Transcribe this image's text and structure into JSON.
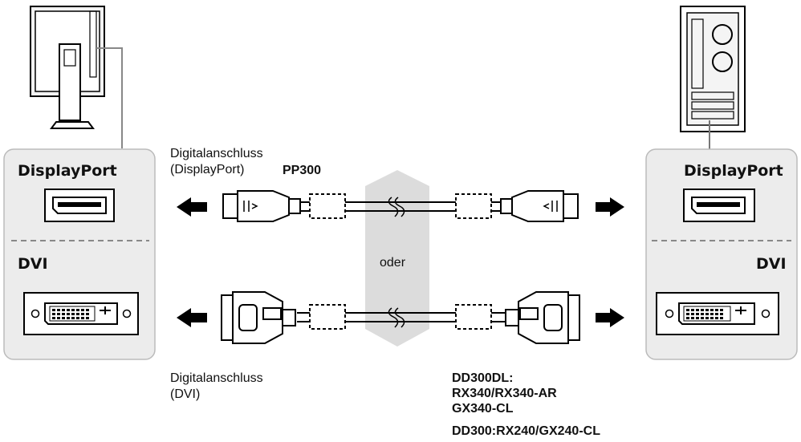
{
  "left_panel": {
    "top_label": "DisplayPort",
    "bottom_label": "DVI"
  },
  "right_panel": {
    "top_label": "DisplayPort",
    "bottom_label": "DVI"
  },
  "captions": {
    "dp_line1": "Digitalanschluss",
    "dp_line2": "(DisplayPort)",
    "dp_model": "PP300",
    "or": "oder",
    "dvi_line1": "Digitalanschluss",
    "dvi_line2": "(DVI)"
  },
  "models": {
    "dd300dl_title": "DD300DL:",
    "dd300dl_line1": "RX340/RX340-AR",
    "dd300dl_line2": "GX340-CL",
    "dd300": "DD300:RX240/GX240-CL"
  },
  "icons": [
    "monitor-icon",
    "pc-tower-icon",
    "displayport-cable-icon",
    "dvi-cable-icon",
    "arrow-left-icon",
    "arrow-right-icon"
  ]
}
